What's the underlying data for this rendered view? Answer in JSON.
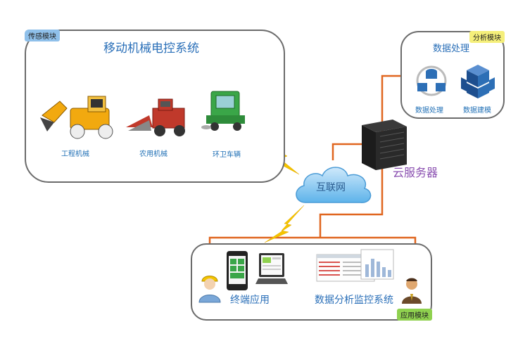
{
  "sensor_module": {
    "tag": "传感模块",
    "title": "移动机械电控系统",
    "items": [
      {
        "label": "工程机械",
        "icon": "excavator-icon"
      },
      {
        "label": "农用机械",
        "icon": "harvester-icon"
      },
      {
        "label": "环卫车辆",
        "icon": "sanitation-vehicle-icon"
      }
    ]
  },
  "analysis_module": {
    "tag": "分析模块",
    "title": "数据处理",
    "items": [
      {
        "label": "数据处理",
        "icon": "data-processing-icon"
      },
      {
        "label": "数据建模",
        "icon": "data-modeling-icon"
      }
    ]
  },
  "cloud": {
    "label": "互联网"
  },
  "server": {
    "label": "云服务器"
  },
  "application_module": {
    "tag": "应用模块",
    "terminal_label": "终端应用",
    "monitor_label": "数据分析监控系统"
  },
  "colors": {
    "connector": "#e0661f",
    "panel_border": "#6b6b6b",
    "tag_sensor": "#8fc0ea",
    "tag_analysis": "#f5ef7a",
    "tag_application": "#8fd14f",
    "title_blue": "#2a6fb8",
    "server_label": "#8a4fb0"
  }
}
